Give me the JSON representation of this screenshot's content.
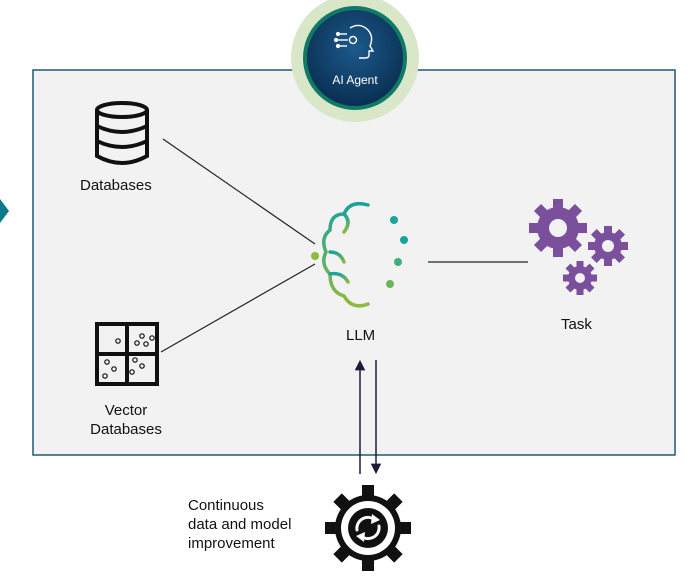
{
  "agent": {
    "label": "AI Agent"
  },
  "nodes": {
    "databases": "Databases",
    "vector_databases_line1": "Vector",
    "vector_databases_line2": "Databases",
    "llm": "LLM",
    "task": "Task",
    "improvement_line1": "Continuous",
    "improvement_line2": "data and model",
    "improvement_line3": "improvement"
  },
  "colors": {
    "panel_fill": "#f2f2f2",
    "panel_border": "#1f5a73",
    "agent_halo": "#d9e6c7",
    "agent_core": "#0c3d66",
    "agent_ring": "#0f7a66",
    "task_gears": "#7a4f9c",
    "brain_teal": "#1aa39a",
    "brain_green": "#8dbb3d",
    "arrow_tip_left": "#0d7a8c"
  },
  "icons": {
    "databases": "database-icon",
    "vector_databases": "vector-grid-icon",
    "llm": "brain-circuit-icon",
    "task": "gears-icon",
    "improvement": "refresh-gear-icon",
    "agent": "ai-head-icon"
  }
}
